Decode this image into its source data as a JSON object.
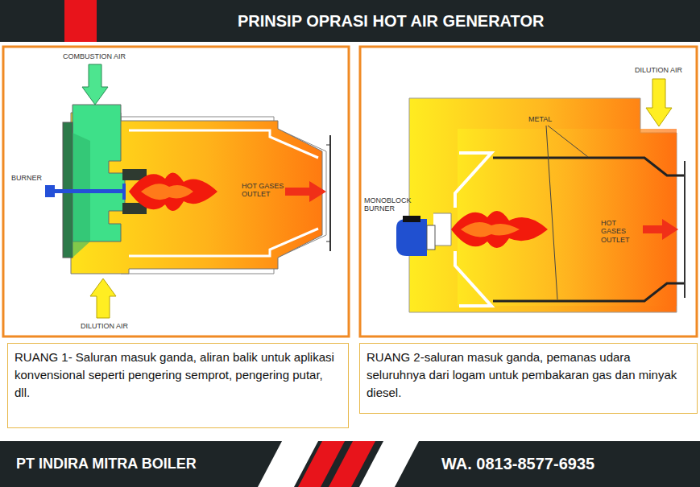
{
  "diagram": {
    "title": "PRINSIP OPRASI HOT AIR GENERATOR",
    "nodes": [
      {
        "text": [
          "RUANG 1- Saluran masuk ganda, aliran balik untuk aplikasi konvensional seperti pengering semprot, pengering putar, dll."
        ]
      },
      {
        "text": [
          "RUANG 2-saluran masuk ganda, pemanas udara seluruhnya dari logam untuk pembakaran gas dan minyak diesel."
        ]
      }
    ],
    "labels": [
      "COMBUSTION AIR",
      "BURNER",
      "HOT GASES OUTLET",
      "DILUTION AIR",
      "DILUTION AIR",
      "METAL",
      "MONOBLOCK BURNER",
      "HOT GASES OUTLET",
      "PT INDIRA MITRA BOILER",
      "WA. 0813-8577-6935"
    ]
  }
}
